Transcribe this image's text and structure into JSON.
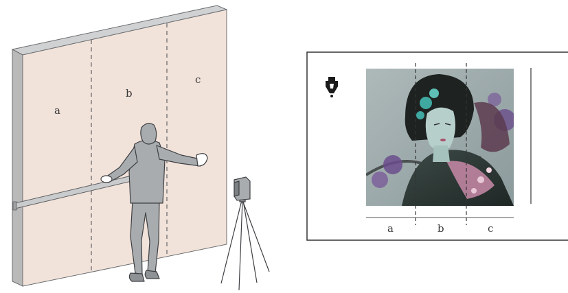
{
  "wall": {
    "panel_labels": [
      "a",
      "b",
      "c"
    ],
    "panel_color": "#f1e2da",
    "edge_color": "#b9b9b9",
    "top_color": "#cfd1d3"
  },
  "figure": {
    "body_color": "#a9acaf",
    "outline_color": "#3d3f42"
  },
  "camera": {
    "name": "tripod-camera"
  },
  "print_frame": {
    "segment_labels": [
      "a",
      "b",
      "c"
    ],
    "icon": "pen-nib-icon",
    "photo_description_colors": [
      "#7aa6a3",
      "#2e3a3a",
      "#c98aa8",
      "#6b4e8c",
      "#b8c4c4"
    ]
  }
}
